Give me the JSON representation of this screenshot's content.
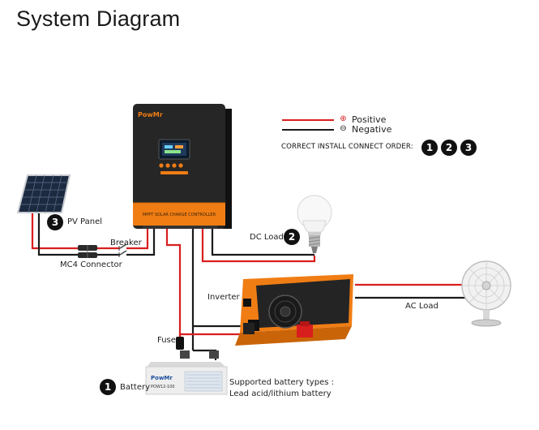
{
  "title": "System Diagram",
  "legend": {
    "positive_symbol": "⊕",
    "positive_label": "Positive",
    "negative_symbol": "⊖",
    "negative_label": "Negative",
    "order_label": "CORRECT INSTALL CONNECT ORDER:",
    "order_steps": [
      "1",
      "2",
      "3"
    ]
  },
  "controller": {
    "brand": "PowMr",
    "panel_text": "MPPT SOLAR CHARGE CONTROLLER"
  },
  "labels": {
    "pv_panel_num": "3",
    "pv_panel": "PV Panel",
    "breaker": "Breaker",
    "mc4": "MC4 Connector",
    "dc_load_num": "2",
    "dc_load": "DC Load",
    "inverter": "Inverter",
    "ac_load": "AC Load",
    "fuse": "Fuse",
    "battery_num": "1",
    "battery": "Battery",
    "battery_types_title": "Supported battery types :",
    "battery_types": "Lead acid/lithium battery"
  },
  "battery_device": {
    "brand": "PowMr",
    "model": "POW12-100"
  },
  "colors": {
    "positive_wire": "#d91e1e",
    "negative_wire": "#1a1a1a",
    "accent_orange": "#f07d14",
    "device_dark": "#262626"
  }
}
